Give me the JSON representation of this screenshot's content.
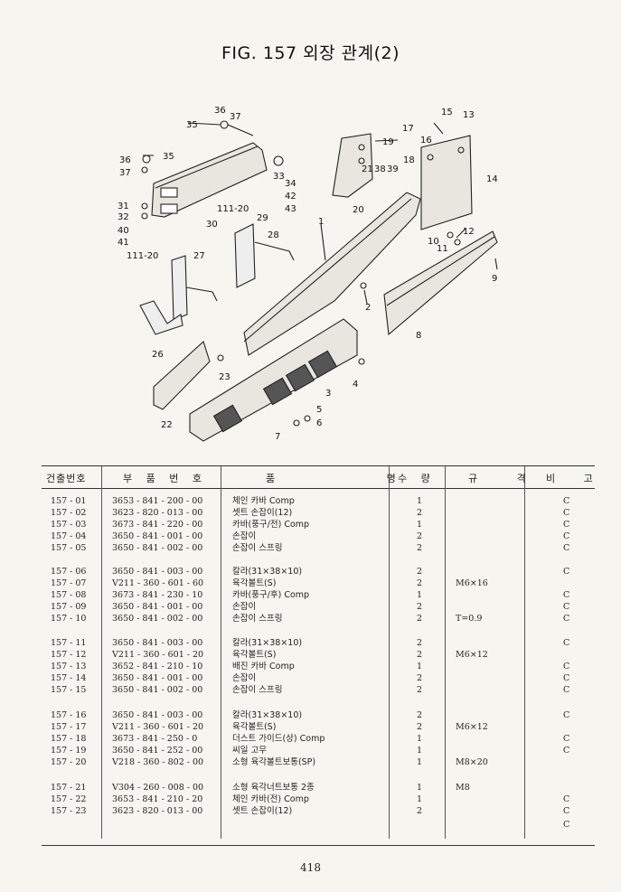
{
  "title": "FIG. 157 외장 관계(2)",
  "diagram": {
    "callouts": [
      "36",
      "37",
      "35",
      "36",
      "35",
      "37",
      "31",
      "32",
      "40",
      "41",
      "30",
      "111-20",
      "29",
      "28",
      "111-20",
      "27",
      "33",
      "34",
      "42",
      "43",
      "1",
      "2",
      "19",
      "21",
      "38",
      "39",
      "18",
      "20",
      "17",
      "16",
      "15",
      "13",
      "14",
      "12",
      "10",
      "11",
      "9",
      "8",
      "26",
      "23",
      "22",
      "4",
      "3",
      "5",
      "6",
      "7"
    ]
  },
  "table": {
    "headers": [
      "건출번호",
      "부 품 번 호",
      "품 명",
      "수 량",
      "규 격",
      "비 고"
    ],
    "rows": [
      {
        "no": "157 - 01",
        "code": "3653 - 841 - 200 - 00",
        "name": "체인 카바 Comp",
        "qty": "1",
        "spec": "",
        "remark": "C"
      },
      {
        "no": "157 - 02",
        "code": "3623 - 820 - 013 - 00",
        "name": "셋트 손잡이(12)",
        "qty": "2",
        "spec": "",
        "remark": "C"
      },
      {
        "no": "157 - 03",
        "code": "3673 - 841 - 220 - 00",
        "name": "카바(풍구/전) Comp",
        "qty": "1",
        "spec": "",
        "remark": "C"
      },
      {
        "no": "157 - 04",
        "code": "3650 - 841 - 001 - 00",
        "name": "손잡이",
        "qty": "2",
        "spec": "",
        "remark": "C"
      },
      {
        "no": "157 - 05",
        "code": "3650 - 841 - 002 - 00",
        "name": "손잡이 스프링",
        "qty": "2",
        "spec": "",
        "remark": "C"
      },
      {
        "no": "157 - 06",
        "code": "3650 - 841 - 003 - 00",
        "name": "칼라(31×38×10)",
        "qty": "2",
        "spec": "",
        "remark": "C"
      },
      {
        "no": "157 - 07",
        "code": "V211 - 360 - 601 - 60",
        "name": "육각볼트(S)",
        "qty": "2",
        "spec": "M6×16",
        "remark": ""
      },
      {
        "no": "157 - 08",
        "code": "3673 - 841 - 230 - 10",
        "name": "카바(풍구/후) Comp",
        "qty": "1",
        "spec": "",
        "remark": "C"
      },
      {
        "no": "157 - 09",
        "code": "3650 - 841 - 001 - 00",
        "name": "손잡이",
        "qty": "2",
        "spec": "",
        "remark": "C"
      },
      {
        "no": "157 - 10",
        "code": "3650 - 841 - 002 - 00",
        "name": "손잡이 스프링",
        "qty": "2",
        "spec": "T=0.9",
        "remark": "C"
      },
      {
        "no": "157 - 11",
        "code": "3650 - 841 - 003 - 00",
        "name": "칼라(31×38×10)",
        "qty": "2",
        "spec": "",
        "remark": "C"
      },
      {
        "no": "157 - 12",
        "code": "V211 - 360 - 601 - 20",
        "name": "육각볼트(S)",
        "qty": "2",
        "spec": "M6×12",
        "remark": ""
      },
      {
        "no": "157 - 13",
        "code": "3652 - 841 - 210 - 10",
        "name": "배진 카바 Comp",
        "qty": "1",
        "spec": "",
        "remark": "C"
      },
      {
        "no": "157 - 14",
        "code": "3650 - 841 - 001 - 00",
        "name": "손잡이",
        "qty": "2",
        "spec": "",
        "remark": "C"
      },
      {
        "no": "157 - 15",
        "code": "3650 - 841 - 002 - 00",
        "name": "손잡이 스프링",
        "qty": "2",
        "spec": "",
        "remark": "C"
      },
      {
        "no": "157 - 16",
        "code": "3650 - 841 - 003 - 00",
        "name": "칼라(31×38×10)",
        "qty": "2",
        "spec": "",
        "remark": "C"
      },
      {
        "no": "157 - 17",
        "code": "V211 - 360 - 601 - 20",
        "name": "육각볼트(S)",
        "qty": "2",
        "spec": "M6×12",
        "remark": ""
      },
      {
        "no": "157 - 18",
        "code": "3673 - 841 - 250 - 0",
        "name": "더스트 가이드(상) Comp",
        "qty": "1",
        "spec": "",
        "remark": "C"
      },
      {
        "no": "157 - 19",
        "code": "3650 - 841 - 252 - 00",
        "name": "씨일 고무",
        "qty": "1",
        "spec": "",
        "remark": "C"
      },
      {
        "no": "157 - 20",
        "code": "V218 - 360 - 802 - 00",
        "name": "소형 육각볼트보통(SP)",
        "qty": "1",
        "spec": "M8×20",
        "remark": ""
      },
      {
        "no": "157 - 21",
        "code": "V304 - 260 - 008 - 00",
        "name": "소형 육각너트보통 2종",
        "qty": "1",
        "spec": "M8",
        "remark": ""
      },
      {
        "no": "157 - 22",
        "code": "3653 - 841 - 210 - 20",
        "name": "체인 카바(전) Comp",
        "qty": "1",
        "spec": "",
        "remark": "C"
      },
      {
        "no": "157 - 23",
        "code": "3623 - 820 - 013 - 00",
        "name": "셋트 손잡이(12)",
        "qty": "2",
        "spec": "",
        "remark": "C"
      }
    ],
    "extra_remark": "C"
  },
  "page_number": "418"
}
